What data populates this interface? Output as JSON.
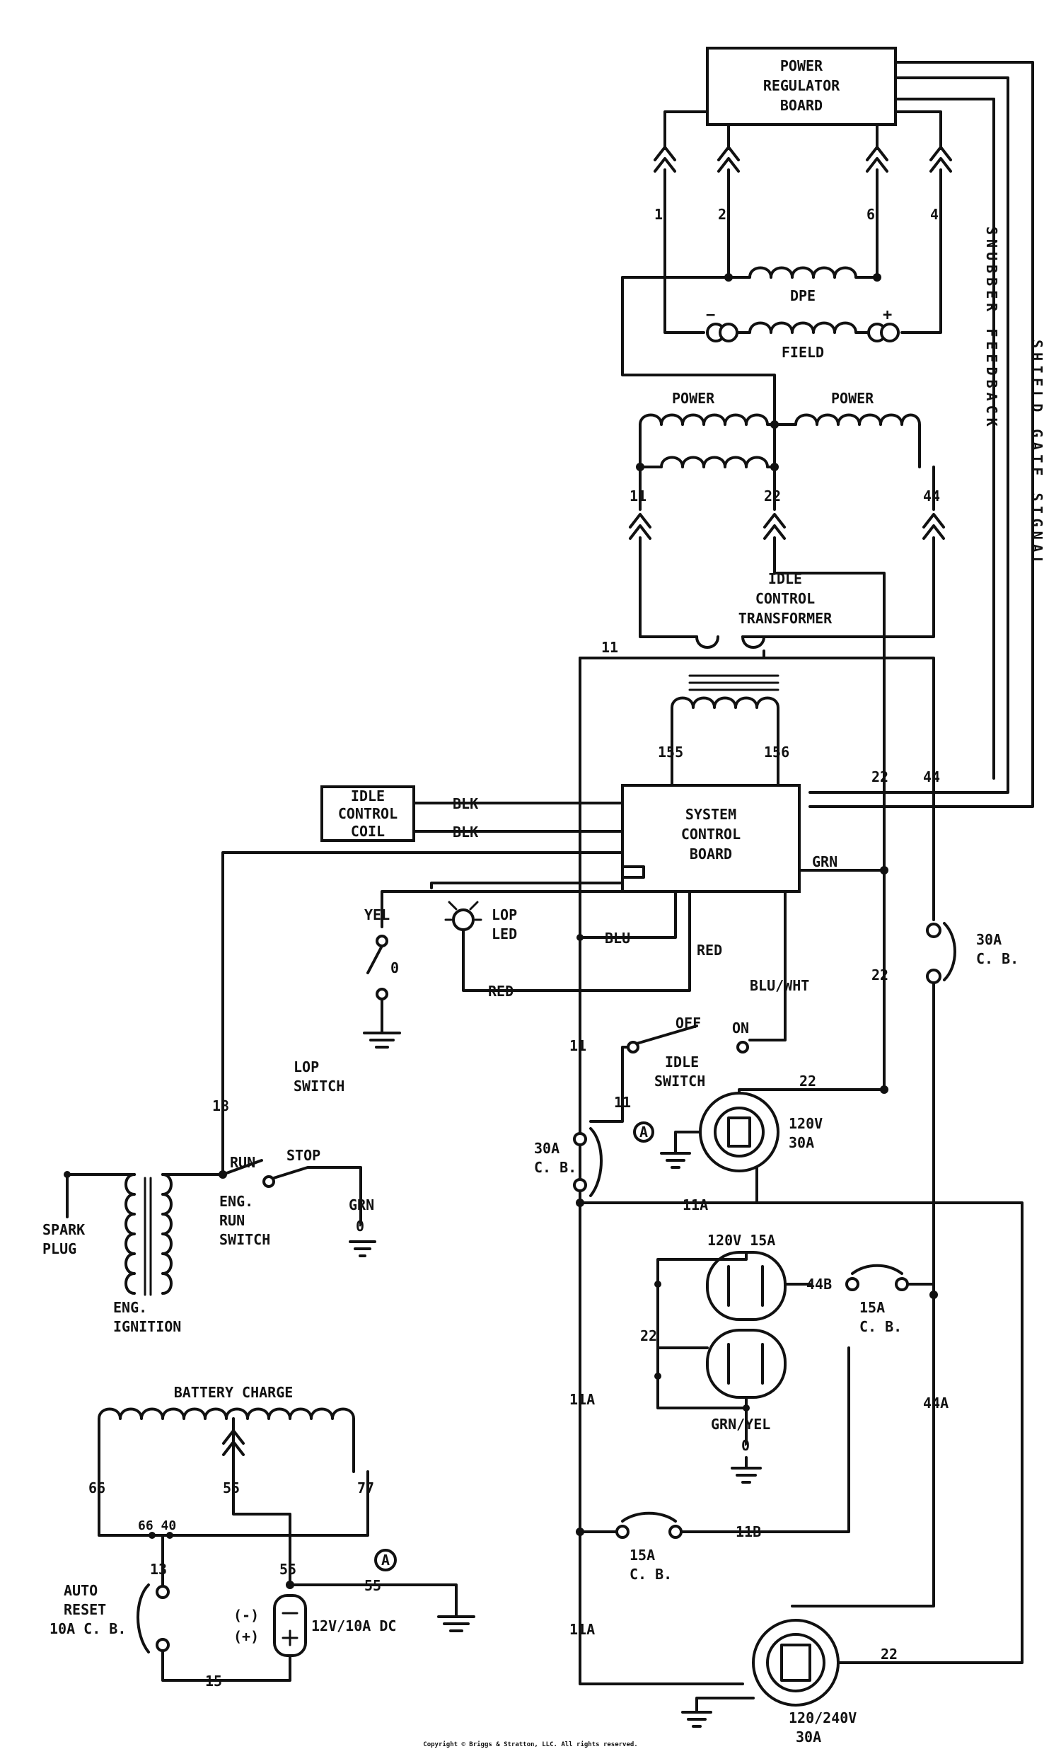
{
  "blocks": {
    "power_regulator": [
      "POWER",
      "REGULATOR",
      "BOARD"
    ],
    "system_control": [
      "SYSTEM",
      "CONTROL",
      "BOARD"
    ],
    "idle_coil": [
      "IDLE",
      "CONTROL",
      "COIL"
    ]
  },
  "components": {
    "dpe": "DPE",
    "field": "FIELD",
    "field_minus": "−",
    "field_plus": "+",
    "power_left": "POWER",
    "power_right": "POWER",
    "idle_transformer": [
      "IDLE",
      "CONTROL",
      "TRANSFORMER"
    ],
    "lop_led": [
      "LOP",
      "LED"
    ],
    "lop_switch": [
      "LOP",
      "SWITCH"
    ],
    "idle_switch": [
      "IDLE",
      "SWITCH"
    ],
    "idle_off": "OFF",
    "idle_on": "ON",
    "eng_run_switch": [
      "ENG.",
      "RUN",
      "SWITCH"
    ],
    "run": "RUN",
    "stop": "STOP",
    "spark_plug": [
      "SPARK",
      "PLUG"
    ],
    "eng_ignition": [
      "ENG.",
      "IGNITION"
    ],
    "battery_charge": "BATTERY CHARGE",
    "auto_reset": [
      "AUTO",
      "RESET",
      "10A C. B."
    ],
    "dc_out": "12V/10A DC",
    "dc_minus": "(-)",
    "dc_plus": "(+)",
    "recept_120v_30a": [
      "120V",
      "30A"
    ],
    "recept_120v_15a": "120V 15A",
    "recept_120_240v": [
      "120/240V",
      "30A"
    ],
    "grn_yel": "GRN/YEL",
    "cb_30a_left": [
      "30A",
      "C. B."
    ],
    "cb_30a_right": [
      "30A",
      "C. B."
    ],
    "cb_15a_upper": [
      "15A",
      "C. B."
    ],
    "cb_15a_lower": [
      "15A",
      "C. B."
    ]
  },
  "vertical_labels": {
    "snubber": "SNUBBER FEEDBACK",
    "shield": "SHIELD GATE SIGNAL"
  },
  "wires": {
    "w1": "1",
    "w2": "2",
    "w6": "6",
    "w4": "4",
    "w11": "11",
    "w22": "22",
    "w44": "44",
    "w155": "155",
    "w156": "156",
    "w11_left": "11",
    "w11_mid": "11",
    "w11_sw": "11",
    "w22_mid": "22",
    "w22_low": "22",
    "w22_top": "22",
    "w44_mid": "44",
    "w22_recept": "22",
    "w22_bottom": "22",
    "w11a_top": "11A",
    "w11a_mid": "11A",
    "w11a_low": "11A",
    "w44a": "44A",
    "w44b": "44B",
    "w11b": "11B",
    "w18": "18",
    "w66": "66",
    "w55": "55",
    "w77": "77",
    "w13": "13",
    "w55_lower": "55",
    "w55_ground": "55",
    "w15": "15",
    "blk1": "BLK",
    "blk2": "BLK",
    "grn_scb": "GRN",
    "blu": "BLU",
    "red_scb": "RED",
    "red": "RED",
    "blu_wht": "BLU/WHT",
    "yel": "YEL",
    "lop_0": "0",
    "grn_run": "GRN",
    "grn_run_0": "0",
    "grn_recept_0": "0",
    "batt_taps": "66  40"
  },
  "markers": {
    "a1": "A",
    "a2": "A"
  },
  "copyright": "Copyright © Briggs & Stratton, LLC. All rights reserved."
}
